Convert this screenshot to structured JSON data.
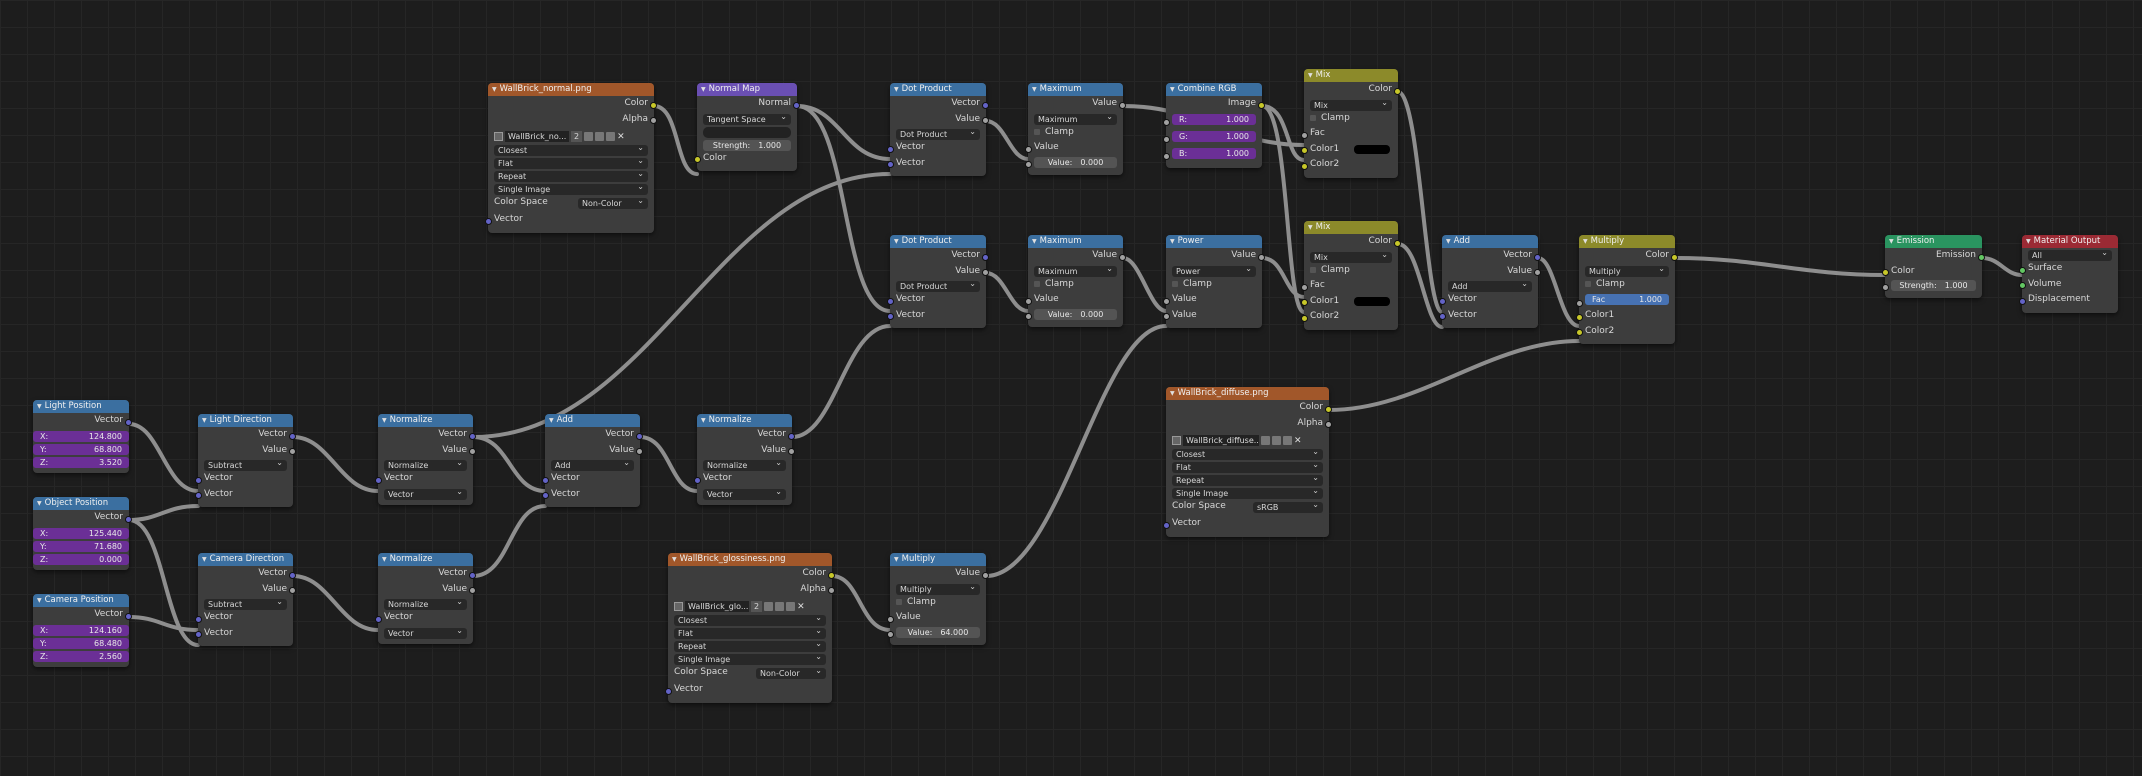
{
  "nodes": {
    "light_position": {
      "title": "Light Position",
      "out": "Vector",
      "x": {
        "label": "X:",
        "value": "124.800"
      },
      "y": {
        "label": "Y:",
        "value": "68.800"
      },
      "z": {
        "label": "Z:",
        "value": "3.520"
      }
    },
    "object_position": {
      "title": "Object Position",
      "out": "Vector",
      "x": {
        "label": "X:",
        "value": "125.440"
      },
      "y": {
        "label": "Y:",
        "value": "71.680"
      },
      "z": {
        "label": "Z:",
        "value": "0.000"
      }
    },
    "camera_position": {
      "title": "Camera Position",
      "out": "Vector",
      "x": {
        "label": "X:",
        "value": "124.160"
      },
      "y": {
        "label": "Y:",
        "value": "68.480"
      },
      "z": {
        "label": "Z:",
        "value": "2.560"
      }
    },
    "light_direction": {
      "title": "Light Direction",
      "out1": "Vector",
      "out2": "Value",
      "op": "Subtract",
      "in1": "Vector",
      "in2": "Vector"
    },
    "camera_direction": {
      "title": "Camera Direction",
      "out1": "Vector",
      "out2": "Value",
      "op": "Subtract",
      "in1": "Vector",
      "in2": "Vector"
    },
    "normalize1": {
      "title": "Normalize",
      "out1": "Vector",
      "out2": "Value",
      "op": "Normalize",
      "in1": "Vector",
      "in2": "Vector"
    },
    "normalize2": {
      "title": "Normalize",
      "out1": "Vector",
      "out2": "Value",
      "op": "Normalize",
      "in1": "Vector",
      "in2": "Vector"
    },
    "normalize3": {
      "title": "Normalize",
      "out1": "Vector",
      "out2": "Value",
      "op": "Normalize",
      "in1": "Vector",
      "in2": "Vector"
    },
    "add_vec": {
      "title": "Add",
      "out1": "Vector",
      "out2": "Value",
      "op": "Add",
      "in1": "Vector",
      "in2": "Vector"
    },
    "normal_tex": {
      "title": "WallBrick_normal.png",
      "out1": "Color",
      "out2": "Alpha",
      "img": "WallBrick_no...",
      "users": "2",
      "interp": "Closest",
      "proj": "Flat",
      "ext": "Repeat",
      "src": "Single Image",
      "cs_label": "Color Space",
      "cs_value": "Non-Color",
      "in": "Vector"
    },
    "normal_map": {
      "title": "Normal Map",
      "out": "Normal",
      "space": "Tangent Space",
      "strength_label": "Strength:",
      "strength": "1.000",
      "in": "Color"
    },
    "dot1": {
      "title": "Dot Product",
      "out1": "Vector",
      "out2": "Value",
      "op": "Dot Product",
      "in1": "Vector",
      "in2": "Vector"
    },
    "dot2": {
      "title": "Dot Product",
      "out1": "Vector",
      "out2": "Value",
      "op": "Dot Product",
      "in1": "Vector",
      "in2": "Vector"
    },
    "max1": {
      "title": "Maximum",
      "out": "Value",
      "op": "Maximum",
      "clamp": "Clamp",
      "in": "Value",
      "val_label": "Value:",
      "val": "0.000"
    },
    "max2": {
      "title": "Maximum",
      "out": "Value",
      "op": "Maximum",
      "clamp": "Clamp",
      "in": "Value",
      "val_label": "Value:",
      "val": "0.000"
    },
    "combine": {
      "title": "Combine RGB",
      "out": "Image",
      "r_label": "R:",
      "r": "1.000",
      "g_label": "G:",
      "g": "1.000",
      "b_label": "B:",
      "b": "1.000"
    },
    "power": {
      "title": "Power",
      "out": "Value",
      "op": "Power",
      "clamp": "Clamp",
      "in1": "Value",
      "in2": "Value"
    },
    "mix1": {
      "title": "Mix",
      "out": "Color",
      "op": "Mix",
      "clamp": "Clamp",
      "fac": "Fac",
      "c1": "Color1",
      "c2": "Color2"
    },
    "mix2": {
      "title": "Mix",
      "out": "Color",
      "op": "Mix",
      "clamp": "Clamp",
      "fac": "Fac",
      "c1": "Color1",
      "c2": "Color2"
    },
    "add_vec2": {
      "title": "Add",
      "out1": "Vector",
      "out2": "Value",
      "op": "Add",
      "in1": "Vector",
      "in2": "Vector"
    },
    "multiply_col": {
      "title": "Multiply",
      "out": "Color",
      "op": "Multiply",
      "clamp": "Clamp",
      "fac_label": "Fac",
      "fac": "1.000",
      "c1": "Color1",
      "c2": "Color2"
    },
    "diffuse_tex": {
      "title": "WallBrick_diffuse.png",
      "out1": "Color",
      "out2": "Alpha",
      "img": "WallBrick_diffuse...",
      "interp": "Closest",
      "proj": "Flat",
      "ext": "Repeat",
      "src": "Single Image",
      "cs_label": "Color Space",
      "cs_value": "sRGB",
      "in": "Vector"
    },
    "gloss_tex": {
      "title": "WallBrick_glossiness.png",
      "out1": "Color",
      "out2": "Alpha",
      "img": "WallBrick_glo...",
      "users": "2",
      "interp": "Closest",
      "proj": "Flat",
      "ext": "Repeat",
      "src": "Single Image",
      "cs_label": "Color Space",
      "cs_value": "Non-Color",
      "in": "Vector"
    },
    "multiply_math": {
      "title": "Multiply",
      "out": "Value",
      "op": "Multiply",
      "clamp": "Clamp",
      "in": "Value",
      "val_label": "Value:",
      "val": "64.000"
    },
    "emission": {
      "title": "Emission",
      "out": "Emission",
      "in1": "Color",
      "strength_label": "Strength:",
      "strength": "1.000"
    },
    "material_output": {
      "title": "Material Output",
      "target": "All",
      "in1": "Surface",
      "in2": "Volume",
      "in3": "Displacement"
    }
  },
  "colors": {
    "input_header": "#3b6fa0",
    "vector_header": "#3b6fa0",
    "texture_header": "#a1572a",
    "normalmap_header": "#6a4fb3",
    "mix_header": "#8c8a2a",
    "shader_header": "#2a9460",
    "output_header": "#9b2a34",
    "link": "#9a9a9a"
  }
}
